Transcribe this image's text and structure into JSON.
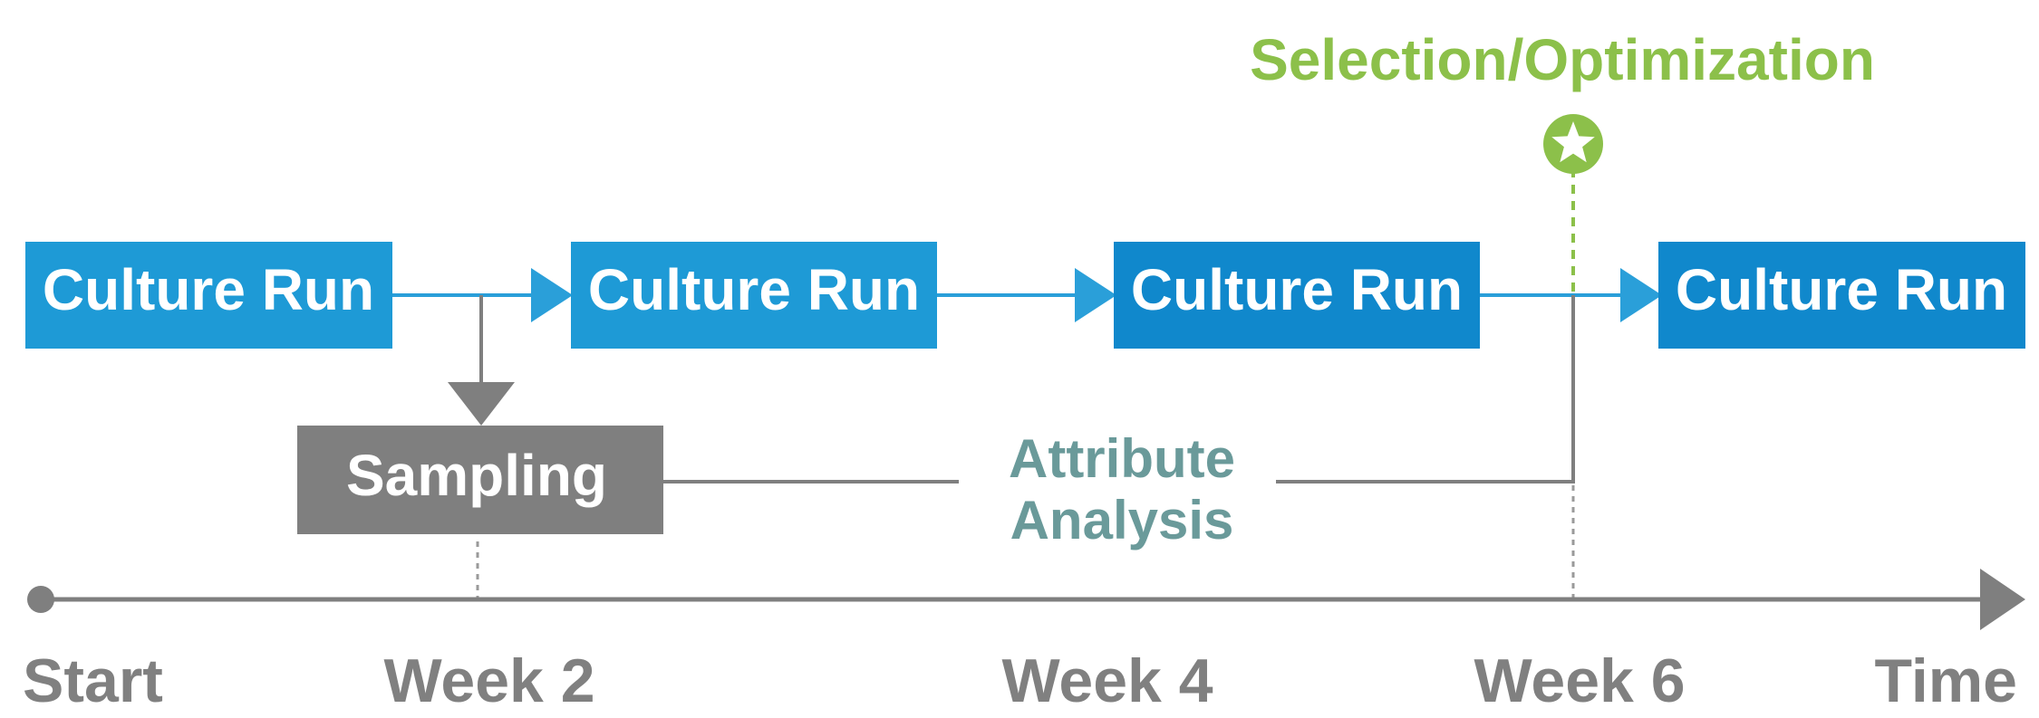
{
  "diagram": {
    "runs": [
      "Culture Run",
      "Culture Run",
      "Culture Run",
      "Culture Run"
    ],
    "sampling": "Sampling",
    "analysis": {
      "line1": "Attribute",
      "line2": "Analysis"
    },
    "selection": "Selection/Optimization",
    "timeline": {
      "start": "Start",
      "week2": "Week 2",
      "week4": "Week 4",
      "week6": "Week 6",
      "end": "Time"
    },
    "colors": {
      "run_light": "#1e9ad6",
      "run_dark": "#1088cc",
      "arrow_blue": "#2a9fd9",
      "gray_box": "#7f7f7f",
      "gray_line": "#8a8a8a",
      "teal_text": "#6a9a9a",
      "green": "#8cc04a",
      "timeline_text": "#808080"
    },
    "icons": {
      "milestone": "star-icon"
    }
  }
}
